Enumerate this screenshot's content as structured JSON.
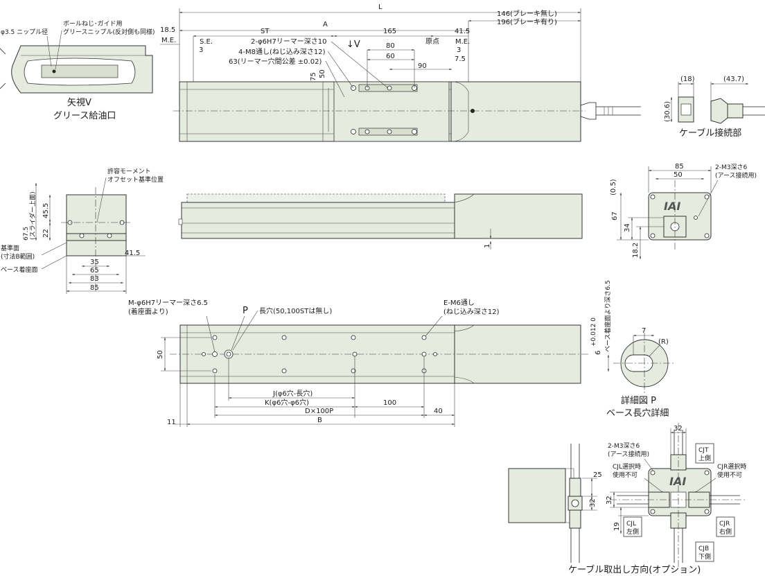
{
  "top_view": {
    "dim_L": "L",
    "dim_A": "A",
    "dim_146": "146(ブレーキ無し)",
    "dim_196": "196(ブレーキ有り)",
    "dim_185": "18.5",
    "dim_ST": "ST",
    "dim_165": "165",
    "dim_415": "41.5",
    "me_left": "M.E.",
    "se": "S.E.",
    "three_left": "3",
    "reamer_2": "2-φ6H7リーマー深さ10",
    "m8": "4-M8通し(ねじ込み深さ12)",
    "reamer_63": "63(リーマー穴間公差 ±0.02)",
    "arrow_v": "↓V",
    "genten": "原点",
    "me_right": "M.E.",
    "three_right": "3",
    "dim_75b": "7.5",
    "dim_80": "80",
    "dim_60": "60",
    "dim_90": "90",
    "dim_75": "75",
    "dim_50": "50"
  },
  "view_v": {
    "nipple": "φ3.5 ニップル径",
    "ballscrew": "ボールねじ･ガイド用",
    "grease_nipple": "グリースニップル(反対側も同様)",
    "title1": "矢視V",
    "title2": "グリース給油口"
  },
  "cable_conn": {
    "dim_18": "(18)",
    "dim_437": "(43.7)",
    "dim_306": "(30.6)",
    "title": "ケーブル接続部"
  },
  "end_view": {
    "moment": "許容モーメント",
    "offset": "オフセット基準位置",
    "dim_455": "45.5",
    "dim_675": "67.5",
    "slider_top": "(スライダー上面)",
    "dim_22": "22",
    "kijun": "基準面",
    "kijun_b": "(寸法B範囲)",
    "base_face": "ベース着座面",
    "dim_415": "41.5",
    "dim_35": "35",
    "dim_65": "65",
    "dim_83": "83",
    "dim_85": "85"
  },
  "side_view": {
    "dim_1": "1"
  },
  "motor_end": {
    "dim_85": "85",
    "dim_50": "50",
    "m3": "2-M3深さ6",
    "earth": "(アース接続用)",
    "dim_05": "(0.5)",
    "dim_67": "67",
    "dim_34": "34",
    "dim_182": "18.2",
    "logo": "IAI"
  },
  "bottom_view": {
    "m_reamer": "M-φ6H7リーマー深さ6.5",
    "chakuza": "(着座面より)",
    "p": "P",
    "long_hole": "長穴(50,100STは無し)",
    "e_m6": "E-M6通し",
    "e_depth": "(ねじ込み深さ12)",
    "dim_50": "50",
    "dim_J": "J(φ6穴-長穴)",
    "dim_K": "K(φ6穴-φ6穴)",
    "dim_100": "100",
    "dim_D": "D×100P",
    "dim_40": "40",
    "dim_B": "B",
    "dim_11": "11"
  },
  "detail_p": {
    "depth": "ベース着座面より深さ6.5",
    "six": "6",
    "tol": "+0.012 0",
    "dim_7": "7",
    "r": "(R)",
    "title1": "詳細図 P",
    "title2": "ベース長穴詳細"
  },
  "cable_dir": {
    "m3": "2-M3深さ6",
    "earth": "(アース接続用)",
    "cjl_sel": "CJL選択時",
    "cjl_no": "使用不可",
    "cjr_sel": "CJR選択時",
    "cjr_no": "使用不可",
    "cjt": "CJT",
    "cjt_side": "上側",
    "cjl": "CJL",
    "cjl_side": "左側",
    "cjr": "CJR",
    "cjr_side": "右側",
    "cjb": "CJB",
    "cjb_side": "下側",
    "dim_32": "32",
    "dim_25": "25",
    "dim_32b": "32",
    "dim_32c": "32",
    "dim_19": "19",
    "logo": "IAI",
    "title": "ケーブル取出し方向(オプション)"
  }
}
